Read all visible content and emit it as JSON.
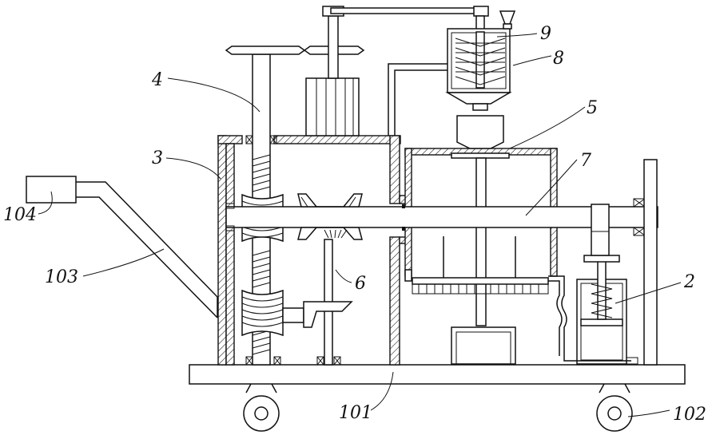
{
  "labels": {
    "l9": "9",
    "l8": "8",
    "l4": "4",
    "l5": "5",
    "l3": "3",
    "l7": "7",
    "l104": "104",
    "l6": "6",
    "l103": "103",
    "l2": "2",
    "l101": "101",
    "l102": "102"
  }
}
